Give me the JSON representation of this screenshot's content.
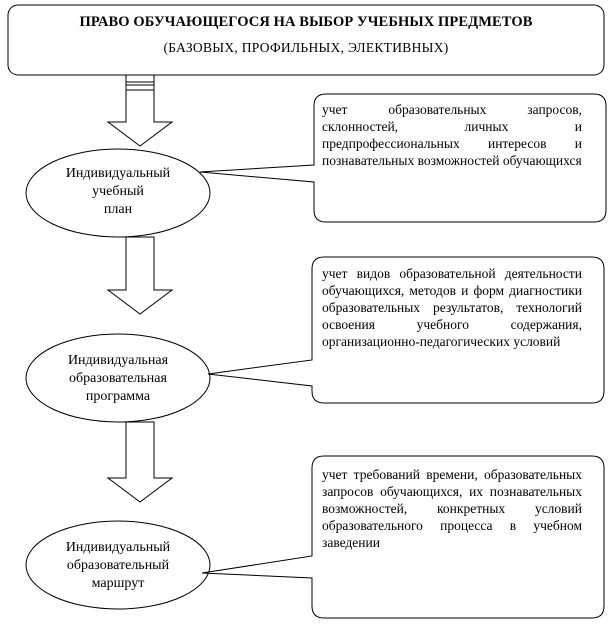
{
  "header": {
    "title": "ПРАВО ОБУЧАЮЩЕГОСЯ НА ВЫБОР УЧЕБНЫХ ПРЕДМЕТОВ",
    "subtitle": "(БАЗОВЫХ, ПРОФИЛЬНЫХ, ЭЛЕКТИВНЫХ)"
  },
  "steps": [
    {
      "lines": [
        "Индивидуальный",
        "учебный",
        "план"
      ]
    },
    {
      "lines": [
        "Индивидуальная",
        "образовательная",
        "программа"
      ]
    },
    {
      "lines": [
        "Индивидуальный",
        "образовательный",
        "маршрут"
      ]
    }
  ],
  "notes": [
    {
      "text": "учет образовательных запросов, склонностей, личных и предпрофессиональных интересов и познавательных возможностей обучающихся"
    },
    {
      "text": "учет видов образовательной деятельности обучающихся, методов и форм диагностики образовательных результатов, технологий освоения учебного содержания, организационно-педагогических условий"
    },
    {
      "text": "учет требований времени, образовательных запросов обучающихся, их познавательных возможностей, конкретных условий образовательного процесса в учебном заведении"
    }
  ]
}
